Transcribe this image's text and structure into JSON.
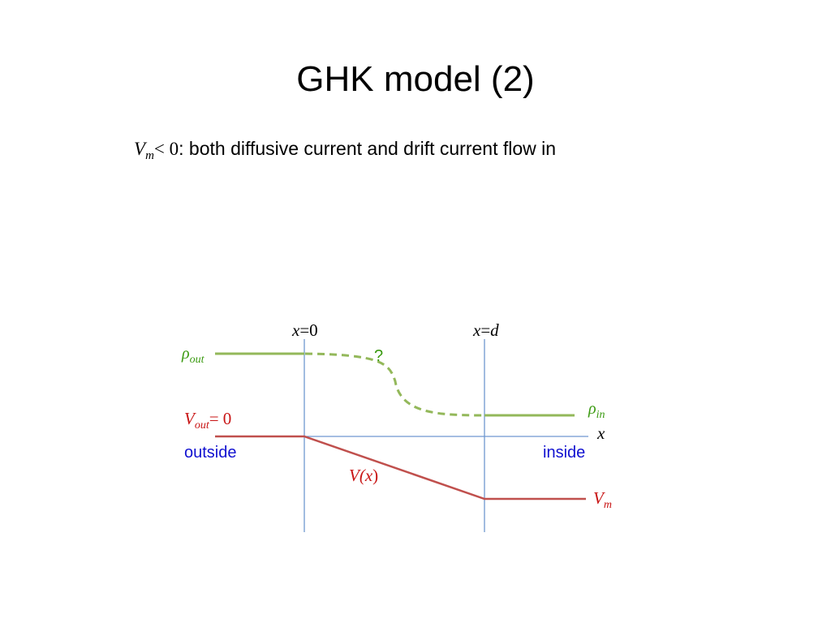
{
  "slide": {
    "title": "GHK model (2)",
    "subtitle": {
      "symbol": "V",
      "symbol_sub": "m",
      "relation": "< 0",
      "text": ": both diffusive current and drift current flow in"
    }
  },
  "diagram": {
    "boundaries": {
      "left": {
        "var": "x",
        "op": "=",
        "val": "0"
      },
      "right": {
        "var": "x",
        "op": "=",
        "val": "d"
      }
    },
    "rho_out": {
      "symbol": "ρ",
      "sub": "out"
    },
    "rho_in": {
      "symbol": "ρ",
      "sub": "in"
    },
    "question": "?",
    "v_out": {
      "symbol": "V",
      "sub": "out",
      "rhs": "= 0"
    },
    "x_axis_label": "x",
    "outside_label": "outside",
    "inside_label": "inside",
    "v_of_x": {
      "open": "V(",
      "var": "x",
      "close": ")"
    },
    "vm": {
      "symbol": "V",
      "sub": "m"
    },
    "colors": {
      "concentration": "#93b85a",
      "potential": "#c0504d",
      "axes": "#6f98d0",
      "region_text": "#1010d0",
      "potential_text": "#c81414",
      "concentration_text": "#3a9a10"
    }
  }
}
